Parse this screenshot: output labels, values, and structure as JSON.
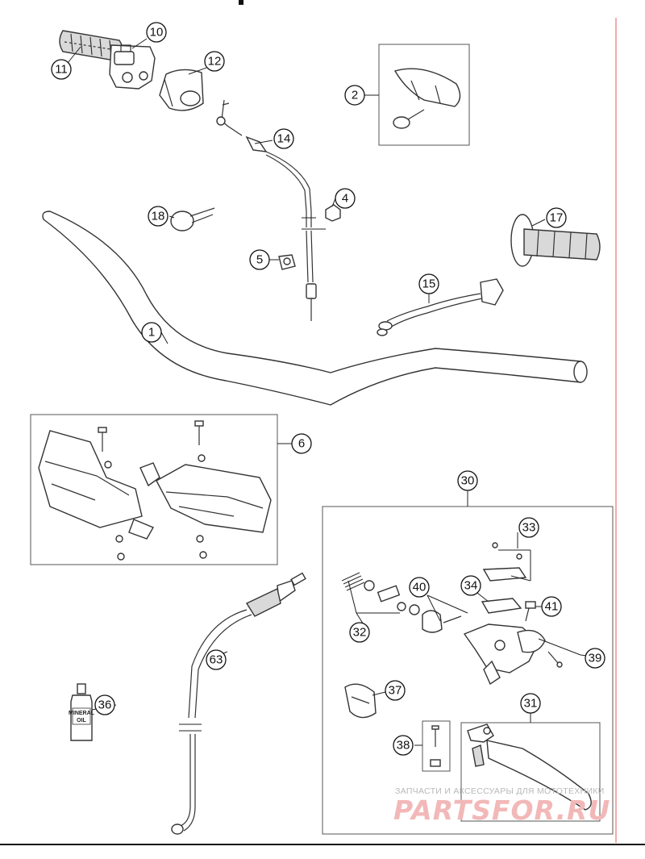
{
  "callouts": {
    "c1": "1",
    "c2": "2",
    "c4": "4",
    "c5": "5",
    "c6": "6",
    "c10": "10",
    "c11": "11",
    "c12": "12",
    "c14": "14",
    "c15": "15",
    "c17": "17",
    "c18": "18",
    "c30": "30",
    "c31": "31",
    "c32": "32",
    "c33": "33",
    "c34": "34",
    "c36": "36",
    "c37": "37",
    "c38": "38",
    "c39": "39",
    "c40": "40",
    "c41": "41",
    "c63": "63"
  },
  "oil_bottle": {
    "line1": "MINERAL",
    "line2": "OIL"
  },
  "watermark": {
    "caption": "ЗАПЧАСТИ И АКСЕССУАРЫ ДЛЯ МОТОТЕХНИКИ",
    "brand": "PARTSFOR.RU",
    "brand_color": "#f2b8b8"
  },
  "colors": {
    "line": "#333333",
    "margin_rule": "#e35a5a"
  }
}
